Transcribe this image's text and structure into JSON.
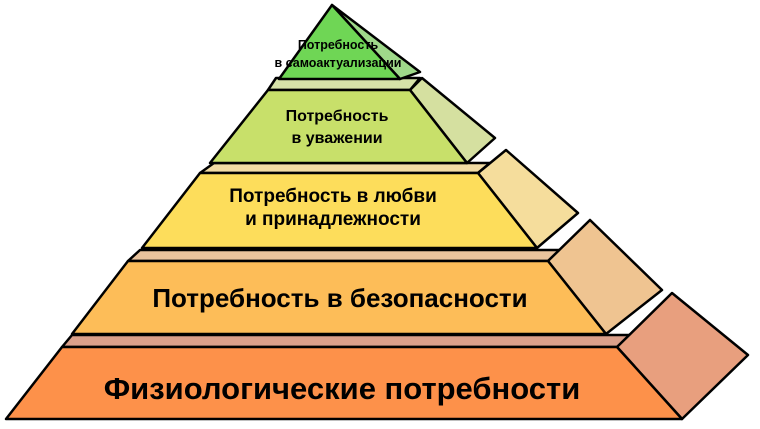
{
  "levels": [
    {
      "label": "Физиологические потребности",
      "color": "#fd914a",
      "side": "#e89f7e",
      "ledge": "#dba08a"
    },
    {
      "label": "Потребность в безопасности",
      "color": "#fdbd58",
      "side": "#efc491",
      "ledge": "#e9c39d"
    },
    {
      "label_line1": "Потребность в любви",
      "label_line2": "и принадлежности",
      "color": "#fddd5b",
      "side": "#f5dd9c",
      "ledge": "#f2dca4"
    },
    {
      "label_line1": "Потребность",
      "label_line2": "в уважении",
      "color": "#c8e06a",
      "side": "#d5e0a0",
      "ledge": "#d6e2a8"
    },
    {
      "label_line1": "Потребность",
      "label_line2": "в самоактуализации",
      "color": "#6fd655",
      "side": "#9fd98a"
    }
  ]
}
